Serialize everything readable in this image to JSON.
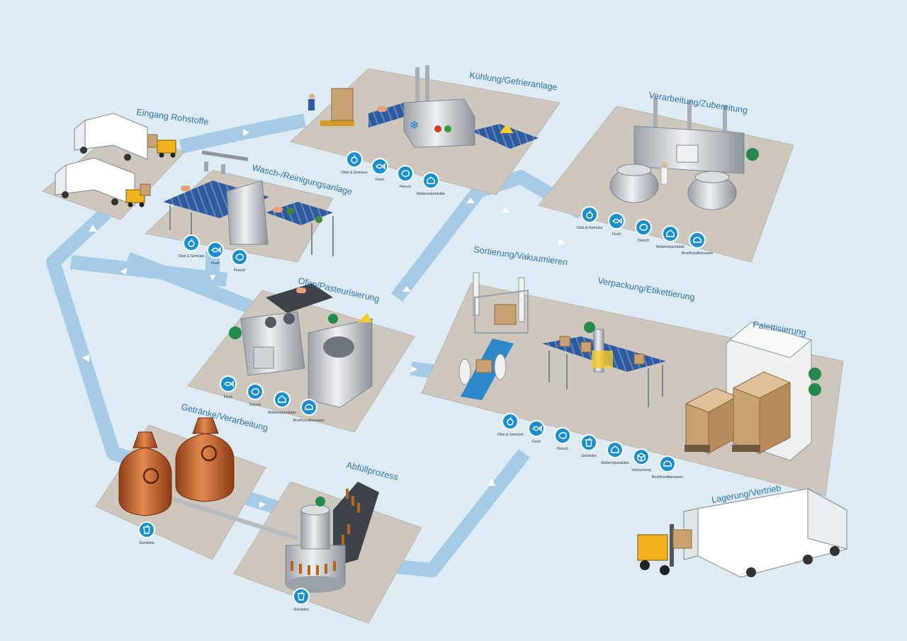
{
  "colors": {
    "background": "#dcebf4",
    "flow": "#a6cbe6",
    "platform": "#cdc7bd",
    "label": "#2d73b0",
    "icon_fill": "#1a8fd0",
    "steel": "#c2c7cd",
    "copper": "#c96a35",
    "box": "#c9a273",
    "conveyor": "#2f5a9e",
    "green": "#238a4b"
  },
  "stations": [
    {
      "key": "eingang",
      "title": "Eingang Rohstoffe",
      "tags": []
    },
    {
      "key": "wasch",
      "title": "Wasch-/Reinigungsanlage",
      "tags": [
        {
          "icon": "fruit-icon",
          "label": "Obst & Gemüse"
        },
        {
          "icon": "fish-icon",
          "label": "Fisch"
        },
        {
          "icon": "meat-icon",
          "label": "Fleisch"
        }
      ]
    },
    {
      "key": "kuehl",
      "title": "Kühlung/Gefrieranlage",
      "tags": [
        {
          "icon": "fruit-icon",
          "label": "Obst & Gemüse"
        },
        {
          "icon": "fish-icon",
          "label": "Fisch"
        },
        {
          "icon": "meat-icon",
          "label": "Fleisch"
        },
        {
          "icon": "dairy-icon",
          "label": "Molkereiprodukte"
        }
      ]
    },
    {
      "key": "verarb",
      "title": "Verarbeitung/Zubereitung",
      "tags": [
        {
          "icon": "fruit-icon",
          "label": "Obst & Gemüse"
        },
        {
          "icon": "fish-icon",
          "label": "Fisch"
        },
        {
          "icon": "meat-icon",
          "label": "Fleisch"
        },
        {
          "icon": "dairy-icon",
          "label": "Molkereiprodukte"
        },
        {
          "icon": "bakery-icon",
          "label": "Brot/Konditorwaren"
        }
      ]
    },
    {
      "key": "ofen",
      "title": "Ofen/Pasteurisierung",
      "tags": [
        {
          "icon": "fish-icon",
          "label": "Fisch"
        },
        {
          "icon": "meat-icon",
          "label": "Fleisch"
        },
        {
          "icon": "dairy-icon",
          "label": "Molkereiprodukte"
        },
        {
          "icon": "bakery-icon",
          "label": "Brot/Konditorwaren"
        }
      ]
    },
    {
      "key": "sort",
      "title": "Sortierung/Vakuumieren",
      "tags": []
    },
    {
      "key": "verpack",
      "title": "Verpackung/Etikettierung",
      "tags": [
        {
          "icon": "fruit-icon",
          "label": "Obst & Gemüse"
        },
        {
          "icon": "fish-icon",
          "label": "Fisch"
        },
        {
          "icon": "meat-icon",
          "label": "Fleisch"
        },
        {
          "icon": "drink-icon",
          "label": "Getränke"
        },
        {
          "icon": "dairy-icon",
          "label": "Molkereiprodukte"
        },
        {
          "icon": "package-icon",
          "label": "Verpackung"
        },
        {
          "icon": "bakery-icon",
          "label": "Brot/Konditorwaren"
        }
      ]
    },
    {
      "key": "palett",
      "title": "Palettisierung",
      "tags": []
    },
    {
      "key": "getraenke",
      "title": "Getränke/Verarbeitung",
      "tags": [
        {
          "icon": "drink-icon",
          "label": "Getränke"
        }
      ]
    },
    {
      "key": "abfuell",
      "title": "Abfüllprozess",
      "tags": [
        {
          "icon": "drink-icon",
          "label": "Getränke"
        }
      ]
    },
    {
      "key": "lager",
      "title": "Lagerung/Vertrieb",
      "tags": []
    }
  ]
}
